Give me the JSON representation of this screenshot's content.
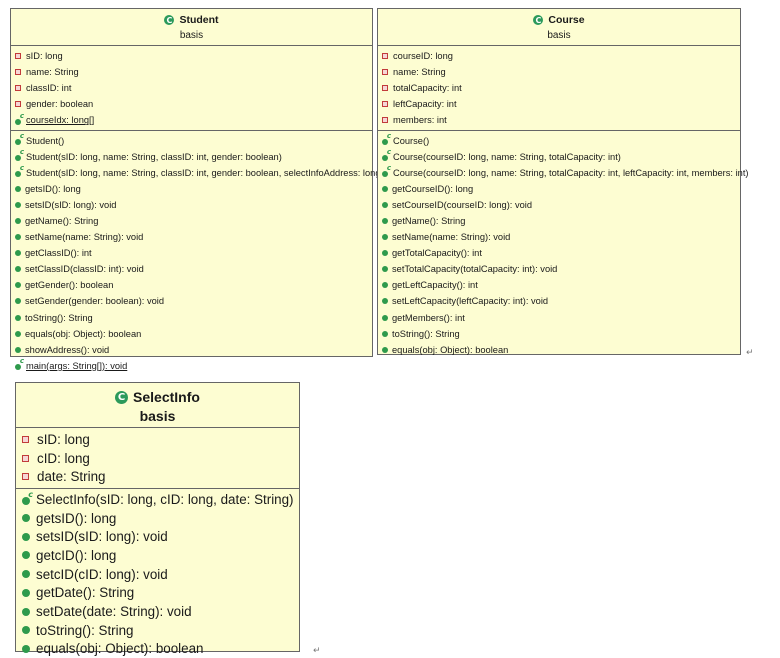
{
  "classes": [
    {
      "name": "Student",
      "stereotype": "basis",
      "fields": [
        {
          "text": "sID: long",
          "static": false
        },
        {
          "text": "name: String",
          "static": false
        },
        {
          "text": "classID: int",
          "static": false
        },
        {
          "text": "gender: boolean",
          "static": false
        },
        {
          "text": "courseIdx: long[]",
          "static": true
        }
      ],
      "methods": [
        {
          "text": "Student()",
          "kind": "constructor"
        },
        {
          "text": "Student(sID: long, name: String, classID: int, gender: boolean)",
          "kind": "constructor"
        },
        {
          "text": "Student(sID: long, name: String, classID: int, gender: boolean, selectInfoAddress: long[])",
          "kind": "constructor"
        },
        {
          "text": "getsID(): long",
          "kind": "method"
        },
        {
          "text": "setsID(sID: long): void",
          "kind": "method"
        },
        {
          "text": "getName(): String",
          "kind": "method"
        },
        {
          "text": "setName(name: String): void",
          "kind": "method"
        },
        {
          "text": "getClassID(): int",
          "kind": "method"
        },
        {
          "text": "setClassID(classID: int): void",
          "kind": "method"
        },
        {
          "text": "getGender(): boolean",
          "kind": "method"
        },
        {
          "text": "setGender(gender: boolean): void",
          "kind": "method"
        },
        {
          "text": "toString(): String",
          "kind": "method"
        },
        {
          "text": "equals(obj: Object): boolean",
          "kind": "method"
        },
        {
          "text": "showAddress(): void",
          "kind": "method"
        },
        {
          "text": "main(args: String[]): void",
          "kind": "static"
        }
      ]
    },
    {
      "name": "Course",
      "stereotype": "basis",
      "fields": [
        {
          "text": "courseID: long",
          "static": false
        },
        {
          "text": "name: String",
          "static": false
        },
        {
          "text": "totalCapacity: int",
          "static": false
        },
        {
          "text": "leftCapacity: int",
          "static": false
        },
        {
          "text": "members: int",
          "static": false
        }
      ],
      "methods": [
        {
          "text": "Course()",
          "kind": "constructor"
        },
        {
          "text": "Course(courseID: long, name: String, totalCapacity: int)",
          "kind": "constructor"
        },
        {
          "text": "Course(courseID: long, name: String, totalCapacity: int, leftCapacity: int, members: int)",
          "kind": "constructor"
        },
        {
          "text": "getCourseID(): long",
          "kind": "method"
        },
        {
          "text": "setCourseID(courseID: long): void",
          "kind": "method"
        },
        {
          "text": "getName(): String",
          "kind": "method"
        },
        {
          "text": "setName(name: String): void",
          "kind": "method"
        },
        {
          "text": "getTotalCapacity(): int",
          "kind": "method"
        },
        {
          "text": "setTotalCapacity(totalCapacity: int): void",
          "kind": "method"
        },
        {
          "text": "getLeftCapacity(): int",
          "kind": "method"
        },
        {
          "text": "setLeftCapacity(leftCapacity: int): void",
          "kind": "method"
        },
        {
          "text": "getMembers(): int",
          "kind": "method"
        },
        {
          "text": "toString(): String",
          "kind": "method"
        },
        {
          "text": "equals(obj: Object): boolean",
          "kind": "method"
        }
      ]
    },
    {
      "name": "SelectInfo",
      "stereotype": "basis",
      "fields": [
        {
          "text": "sID: long",
          "static": false
        },
        {
          "text": "cID: long",
          "static": false
        },
        {
          "text": "date: String",
          "static": false
        }
      ],
      "methods": [
        {
          "text": "SelectInfo(sID: long, cID: long, date: String)",
          "kind": "constructor"
        },
        {
          "text": "getsID(): long",
          "kind": "method"
        },
        {
          "text": "setsID(sID: long): void",
          "kind": "method"
        },
        {
          "text": "getcID(): long",
          "kind": "method"
        },
        {
          "text": "setcID(cID: long): void",
          "kind": "method"
        },
        {
          "text": "getDate(): String",
          "kind": "method"
        },
        {
          "text": "setDate(date: String): void",
          "kind": "method"
        },
        {
          "text": "toString(): String",
          "kind": "method"
        },
        {
          "text": "equals(obj: Object): boolean",
          "kind": "method"
        }
      ]
    }
  ],
  "paragraph_mark": "↵"
}
